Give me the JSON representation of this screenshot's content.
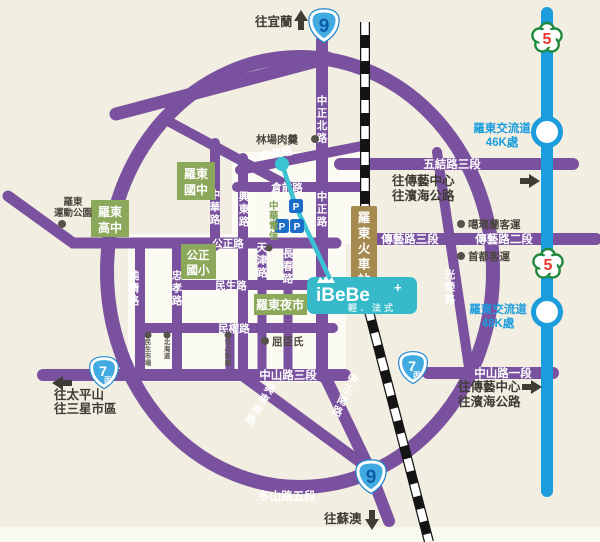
{
  "colors": {
    "background": "#f2eee1",
    "road_purple": "#7a519e",
    "railway_black": "#141414",
    "freeway_blue": "#1a9cdd",
    "route_teal": "#3cc3d3",
    "school_green": "#8ca85a",
    "station_brown": "#a5894e",
    "store_teal": "#36b9c9",
    "parking_blue": "#1b6ec8",
    "shield_blue": "#41abe1",
    "plum_green": "#1f8a3d",
    "plum_red": "#e8382d",
    "text_dark": "#3f3c36"
  },
  "directions": {
    "to_yilan": "往宜蘭",
    "to_suao": "往蘇澳",
    "to_taipingshan": "往太平山",
    "to_sanxing": "往三星市區",
    "to_arts_center": "往傳藝中心",
    "to_coastal_hwy": "往濱海公路"
  },
  "shields": {
    "hwy5": "5",
    "hwy9": "9",
    "hwy7": "7",
    "hwy7_sub": "丙"
  },
  "interchange": {
    "name": "羅東交流道",
    "k46": "46K處",
    "k48": "48K處"
  },
  "roads": {
    "zhongzheng_n": "中正北路",
    "zhongzheng": "中正路",
    "zhongzheng_s": "中正南路",
    "fuxing": "復興路",
    "cangqian": "倉前路",
    "xingdong": "興東路",
    "xingdong_s": "興東南路",
    "zhonghua": "中華路",
    "gongzheng": "公正路",
    "minsheng": "民生路",
    "minquan": "民權路",
    "zhongshan3": "中山路三段",
    "zhongshan1": "中山路一段",
    "chunjing": "純精路",
    "zhongxiao": "忠孝路",
    "tianjin": "天津路",
    "changchun": "長春路",
    "guangrong": "光榮路",
    "wujie3": "五結路三段",
    "chuanyi3": "傳藝路三段",
    "chuanyi2": "傳藝路二段",
    "dongshan5": "冬山路五段"
  },
  "landmarks": {
    "sports_park_l1": "羅東",
    "sports_park_l2": "運動公園",
    "jhs_l1": "羅東",
    "jhs_l2": "國中",
    "shs_l1": "羅東",
    "shs_l2": "高中",
    "es_l1": "公正",
    "es_l2": "國小",
    "night_market": "羅東夜市",
    "train_station": "羅東火車站",
    "linchang": "林場肉羹",
    "cht": "中華電信",
    "watsons": "屈臣氏",
    "kamalan_bus": "噶瑪蘭客運",
    "capital_bus": "首都客運",
    "stall1": "民生市場",
    "stall2": "北海道",
    "stall3": "包心粉圓"
  },
  "store": {
    "name": "iBeBe",
    "plus": "+",
    "subtitle": "輕．法式"
  },
  "parking": {
    "label": "P"
  }
}
